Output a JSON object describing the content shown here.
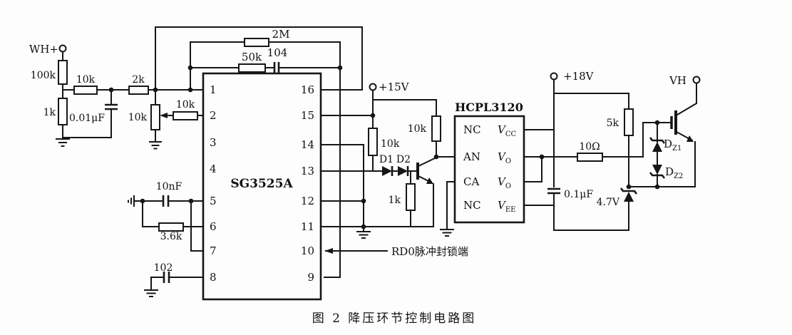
{
  "caption": "图 2  降压环节控制电路图",
  "terminals": {
    "wh": "WH+",
    "v15": "+15V",
    "v18": "+18V",
    "vh": "VH"
  },
  "left": {
    "r100k": "100k",
    "r10k_top": "10k",
    "r1k": "1k",
    "c001": "0.01μF",
    "r2k": "2k",
    "pot": "10k",
    "r10k_wiper": "10k"
  },
  "feedback": {
    "r2m": "2M",
    "r50k": "50k",
    "c104": "104"
  },
  "osc": {
    "c10nf": "10nF",
    "r36k": "3.6k",
    "c102": "102"
  },
  "ic1": {
    "name": "SG3525A",
    "pins_left": [
      "1",
      "2",
      "3",
      "4",
      "5",
      "6",
      "7",
      "8"
    ],
    "pins_right": [
      "16",
      "15",
      "14",
      "13",
      "12",
      "11",
      "10",
      "9"
    ]
  },
  "rd0_label": "RD0脉冲封锁端",
  "driver": {
    "r10k_a": "10k",
    "r10k_b": "10k",
    "d1": "D1",
    "d2": "D2",
    "r1k": "1k"
  },
  "ic2": {
    "name": "HCPL3120",
    "pins_left": [
      "NC",
      "AN",
      "CA",
      "NC"
    ],
    "pins_right": [
      {
        "main": "V",
        "sub": "CC"
      },
      {
        "main": "V",
        "sub": "O"
      },
      {
        "main": "V",
        "sub": "O"
      },
      {
        "main": "V",
        "sub": "EE"
      }
    ]
  },
  "out": {
    "r10": "10Ω",
    "r5k": "5k",
    "c01": "0.1μF",
    "z47": "4.7V",
    "dz1": {
      "main": "D",
      "sub": "Z1"
    },
    "dz2": {
      "main": "D",
      "sub": "Z2"
    }
  }
}
